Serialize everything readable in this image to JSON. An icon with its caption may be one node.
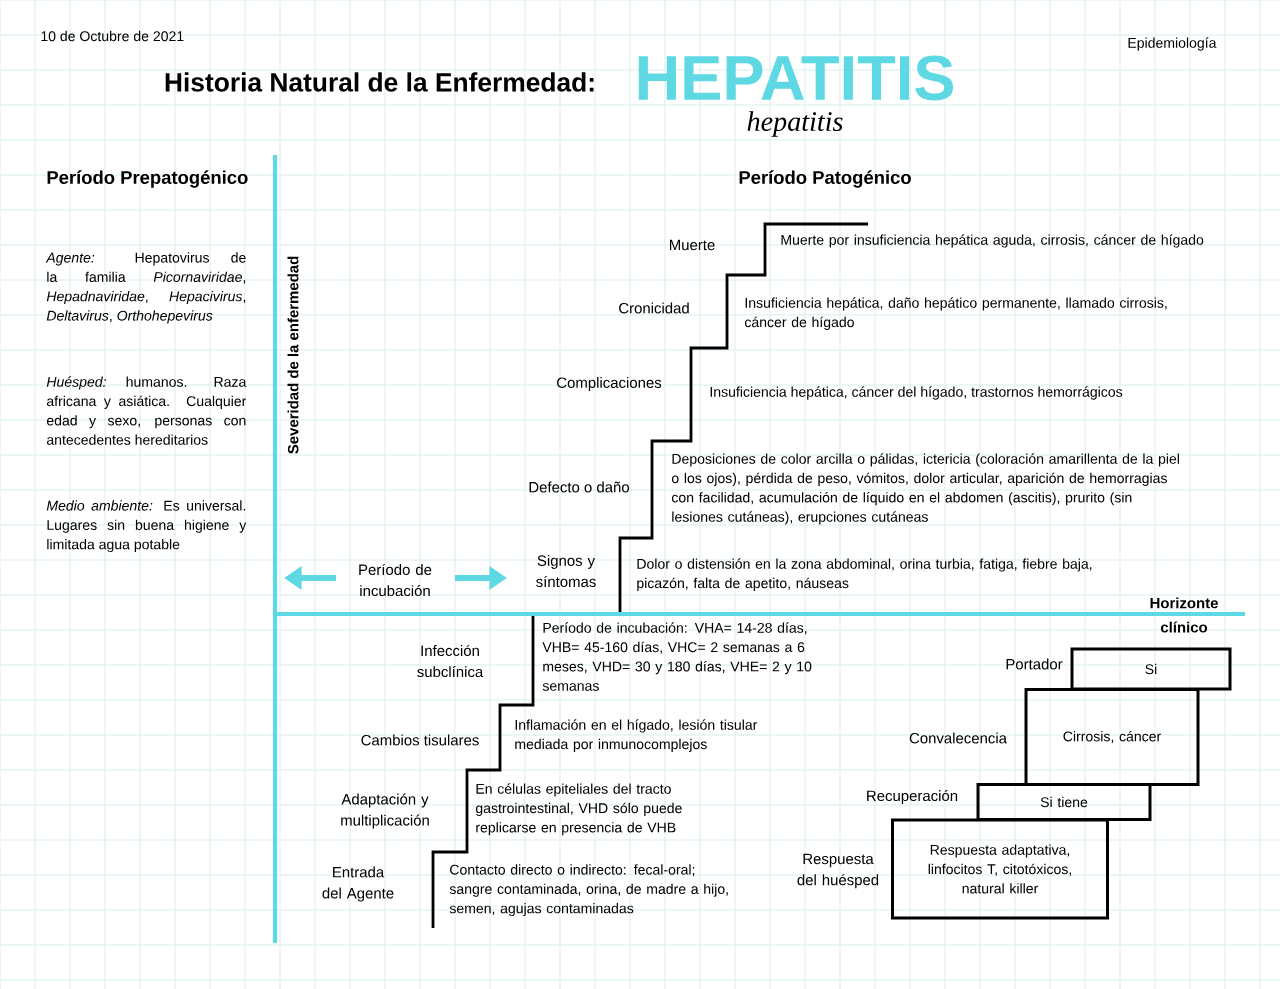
{
  "diagram": {
    "title": "Historia Natural de la Enfermedad:",
    "nodes": [
      {
        "text": [
          "Si"
        ],
        "beside": [
          "Portador"
        ]
      },
      {
        "text": [
          "Cirrosis, cáncer"
        ],
        "beside": [
          "Convalecencia"
        ]
      },
      {
        "text": [
          "Si tiene"
        ],
        "beside": [
          "Recuperación"
        ]
      },
      {
        "text": [
          "Respuesta adaptativa, linfocitos T, citotóxicos, natural killer"
        ],
        "beside": [
          "Respuesta del huésped"
        ]
      }
    ],
    "labels": [
      "10 de Octubre de 2021",
      "Epidemiología",
      "HEPATITIS",
      "hepatitis",
      "Período Prepatogénico",
      "Período Patogénico",
      "*Agente:* Hepatovirus de la familia *Picornaviridae*, *Hepadnaviridae*, *Hepacivirus*, *Deltavirus*, *Orthohepevirus*",
      "*Huésped:* humanos. Raza africana y asiática. Cualquier edad y sexo, personas con antecedentes hereditarios",
      "*Medio ambiente:* Es universal. Lugares sin buena higiene y limitada agua potable",
      "Severidad de la enfermedad",
      "Muerte",
      "Muerte por insuficiencia hepática aguda, cirrosis, cáncer de hígado",
      "Cronicidad",
      "Insuficiencia hepática, daño hepático permanente, llamado cirrosis, cáncer de hígado",
      "Complicaciones",
      "Insuficiencia hepática, cáncer del hígado, trastornos hemorrágicos",
      "Defecto o daño",
      "Deposiciones de color arcilla o pálidas, ictericia (coloración amarillenta de la piel o los ojos), pérdida de peso, vómitos, dolor articular, aparición de hemorragias con facilidad, acumulación de líquido en el abdomen (ascitis), prurito (sin lesiones cutáneas), erupciones cutáneas",
      "Período de incubación",
      "Signos y síntomas",
      "Dolor o distensión en la zona abdominal, orina turbia, fatiga, fiebre baja, picazón, falta de apetito, náuseas",
      "Horizonte clínico",
      "Infección subclínica",
      "Período de incubación: VHA= 14-28 días, VHB= 45-160 días, VHC= 2 semanas a 6 meses, VHD= 30 y 180 días, VHE= 2 y 10 semanas",
      "Cambios tisulares",
      "Inflamación en el hígado, lesión tisular mediada por inmunocomplejos",
      "Adaptación y multiplicación",
      "En células epiteliales del tracto gastrointestinal, VHD sólo puede replicarse en presencia de VHB",
      "Entrada del Agente",
      "Contacto directo o indirecto: fecal-oral; sangre contaminada, orina, de madre a hijo, semen, agujas contaminadas"
    ]
  }
}
